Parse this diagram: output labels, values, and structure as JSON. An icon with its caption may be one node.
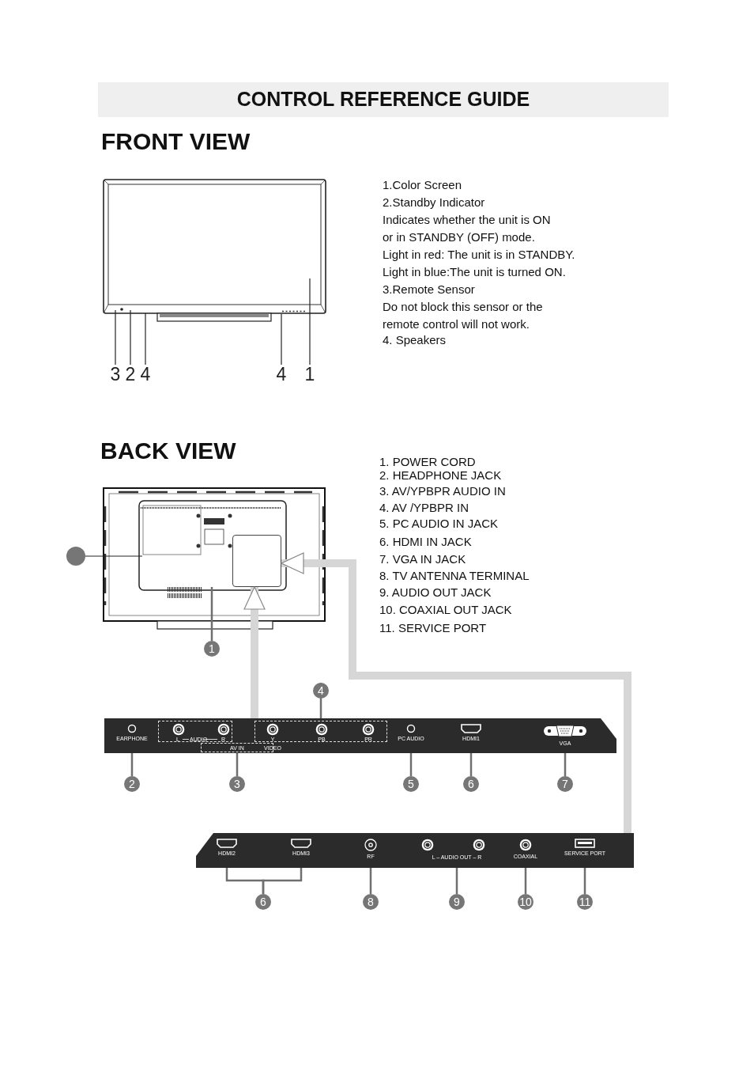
{
  "diagram": {
    "title": "CONTROL REFERENCE GUIDE",
    "nodes": [
      {
        "text": [
          "3"
        ]
      },
      {
        "text": [
          "2"
        ]
      },
      {
        "text": [
          "4"
        ]
      },
      {
        "text": [
          "4"
        ]
      },
      {
        "text": [
          "1"
        ]
      },
      {
        "text": [],
        "shape": "circle"
      },
      {
        "text": [],
        "shape": "box",
        "in": 34
      },
      {
        "text": [
          "1"
        ]
      },
      {
        "text": [
          "4"
        ]
      },
      {
        "text": [],
        "shape": "bar"
      },
      {
        "text": [
          "EARPHONE"
        ],
        "in": 9
      },
      {
        "text": [
          "L",
          "AUDIO",
          "R"
        ],
        "in": 9
      },
      {
        "text": [
          "AV IN"
        ],
        "in": 9
      },
      {
        "text": [
          "Y",
          "PB",
          "PR"
        ],
        "in": 9
      },
      {
        "text": [
          "PC AUDIO"
        ],
        "in": 9
      },
      {
        "text": [
          "HDMI1"
        ],
        "in": 9
      },
      {
        "text": [
          "VGA"
        ],
        "in": 9
      },
      {
        "text": [
          "2"
        ]
      },
      {
        "text": [
          "3"
        ]
      },
      {
        "text": [
          "5"
        ]
      },
      {
        "text": [
          "6"
        ]
      },
      {
        "text": [
          "7"
        ]
      },
      {
        "text": [],
        "shape": "bar"
      },
      {
        "text": [
          "HDMI2"
        ],
        "in": 22
      },
      {
        "text": [
          "HDMI3"
        ],
        "in": 22
      },
      {
        "text": [
          "RF"
        ],
        "in": 22
      },
      {
        "text": [
          "L – AUDIO OUT – R"
        ],
        "in": 22
      },
      {
        "text": [
          "COAXIAL"
        ],
        "in": 22
      },
      {
        "text": [
          "SERVICE PORT"
        ],
        "in": 22
      },
      {
        "text": [
          "6"
        ]
      },
      {
        "text": [
          "8"
        ]
      },
      {
        "text": [
          "9"
        ]
      },
      {
        "text": [
          "10"
        ]
      },
      {
        "text": [
          "11"
        ]
      },
      {
        "text": [],
        "shape": "picture"
      }
    ],
    "edges": [
      {
        "from": 0,
        "to": null,
        "arrow": "none",
        "color": "#222222"
      },
      {
        "from": 1,
        "to": null,
        "arrow": "none",
        "color": "#222222"
      },
      {
        "from": 2,
        "to": null,
        "arrow": "none",
        "color": "#222222"
      },
      {
        "from": 3,
        "to": null,
        "arrow": "none",
        "color": "#222222"
      },
      {
        "from": 4,
        "to": null,
        "arrow": "none",
        "color": "#222222"
      },
      {
        "from": 5,
        "to": 34,
        "arrow": "none",
        "color": "#222222"
      },
      {
        "from": 7,
        "to": 34,
        "arrow": "none"
      },
      {
        "from": 9,
        "to": 6,
        "arrow": "to",
        "style": "thick",
        "color": "#d6d6d6"
      },
      {
        "from": 22,
        "to": 6,
        "arrow": "to",
        "style": "thick",
        "color": "#d6d6d6"
      },
      {
        "from": 8,
        "to": 13,
        "arrow": "none"
      },
      {
        "from": 17,
        "to": 10,
        "arrow": "none"
      },
      {
        "from": 18,
        "to": 12,
        "arrow": "none"
      },
      {
        "from": 19,
        "to": 14,
        "arrow": "none"
      },
      {
        "from": 20,
        "to": 15,
        "arrow": "none"
      },
      {
        "from": 21,
        "to": 16,
        "arrow": "none"
      },
      {
        "from": 29,
        "to": 23,
        "arrow": "none"
      },
      {
        "from": 29,
        "to": 24,
        "arrow": "none"
      },
      {
        "from": 30,
        "to": 25,
        "arrow": "none"
      },
      {
        "from": 31,
        "to": 26,
        "arrow": "none"
      },
      {
        "from": 32,
        "to": 27,
        "arrow": "none"
      },
      {
        "from": 33,
        "to": 28,
        "arrow": "none"
      }
    ],
    "labels": [
      "FRONT VIEW",
      "1.Color Screen",
      "2.Standby Indicator",
      "Indicates whether the unit is ON or in STANDBY (OFF) mode.",
      "Light in red: The unit is in STANDBY.",
      "Light in blue:The unit is turned ON.",
      "3.Remote Sensor",
      "Do not block this sensor or the remote control will not work.",
      "4. Speakers",
      "BACK VIEW",
      "1. POWER CORD",
      "2. HEADPHONE JACK",
      "3. AV/YPBPR  AUDIO  IN",
      "4. AV /YPBPR  IN",
      "5. PC AUDIO IN JACK",
      "6. HDMI IN JACK",
      "7. VGA IN JACK",
      "8. TV ANTENNA TERMINAL",
      "9. AUDIO OUT JACK",
      "10. COAXIAL OUT JACK",
      "11. SERVICE PORT",
      "VIDEO"
    ]
  }
}
